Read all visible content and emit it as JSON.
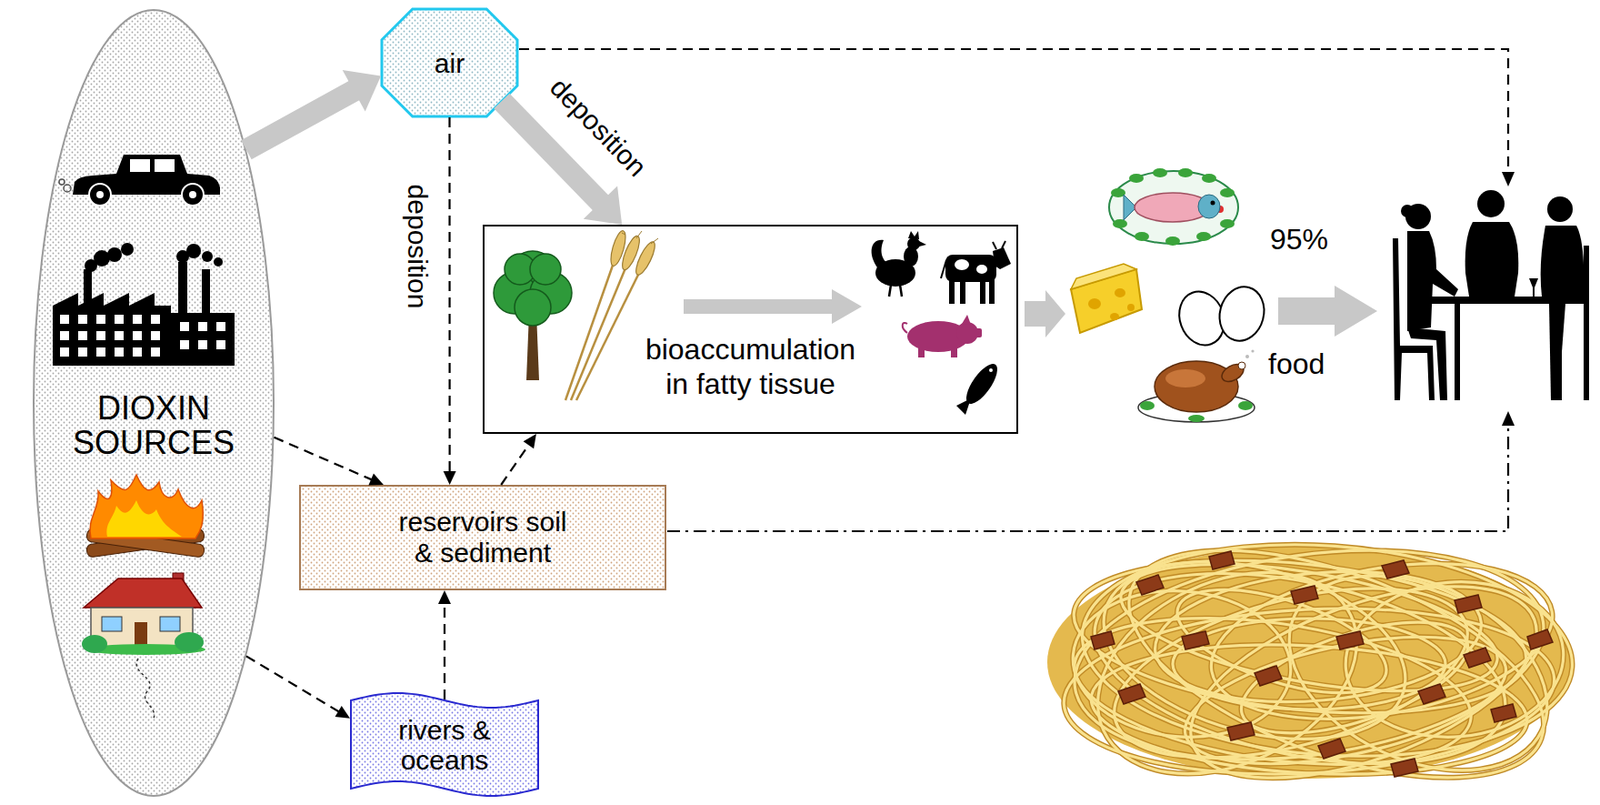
{
  "diagram": {
    "nodes": [
      {
        "text": [
          "DIOXIN SOURCES"
        ]
      },
      {
        "text": [
          "air"
        ]
      },
      {
        "text": [
          "bioaccumulation in fatty tissue"
        ]
      },
      {
        "text": [
          "reservoirs soil & sediment"
        ]
      },
      {
        "text": [
          "rivers & oceans"
        ]
      }
    ],
    "edges": [
      {
        "from": 0,
        "to": 1,
        "arrow": "to"
      },
      {
        "from": 1,
        "to": 2,
        "arrow": "to",
        "label": "deposition"
      },
      {
        "from": 1,
        "to": 3,
        "arrow": "to",
        "label": "deposition"
      },
      {
        "from": 0,
        "to": 3,
        "arrow": "to"
      },
      {
        "from": 0,
        "to": 4,
        "arrow": "to"
      },
      {
        "from": 4,
        "to": 3,
        "arrow": "to"
      },
      {
        "from": 3,
        "to": 2,
        "arrow": "to"
      }
    ],
    "labels": [
      "95%",
      "food"
    ]
  }
}
